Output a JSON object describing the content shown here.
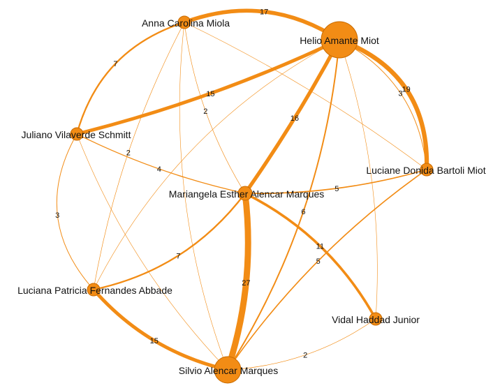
{
  "nodes": [
    {
      "id": "helio",
      "label": "Helio Amante Miot",
      "size": "xlarge"
    },
    {
      "id": "anna",
      "label": "Anna Carolina Miola",
      "size": "small"
    },
    {
      "id": "juliano",
      "label": "Juliano Vilaverde Schmitt",
      "size": "small"
    },
    {
      "id": "luciane",
      "label": "Luciane Donida Bartoli Miot",
      "size": "small"
    },
    {
      "id": "mariangela",
      "label": "Mariangela Esther Alencar Marques",
      "size": "medium"
    },
    {
      "id": "luciana",
      "label": "Luciana Patricia Fernandes Abbade",
      "size": "small"
    },
    {
      "id": "vidal",
      "label": "Vidal Haddad Junior",
      "size": "small"
    },
    {
      "id": "silvio",
      "label": "Silvio Alencar Marques",
      "size": "large"
    }
  ],
  "edges": [
    {
      "source": "anna",
      "target": "helio",
      "label": "17"
    },
    {
      "source": "helio",
      "target": "luciane",
      "label": "19"
    },
    {
      "source": "juliano",
      "target": "helio",
      "label": "15"
    },
    {
      "source": "mariangela",
      "target": "helio",
      "label": "16"
    },
    {
      "source": "mariangela",
      "target": "silvio",
      "label": "27"
    },
    {
      "source": "anna",
      "target": "juliano",
      "label": "7"
    },
    {
      "source": "anna",
      "target": "mariangela",
      "label": "2"
    },
    {
      "source": "juliano",
      "target": "mariangela",
      "label": "4"
    },
    {
      "source": "juliano",
      "target": "luciana",
      "label": "3"
    },
    {
      "source": "luciana",
      "target": "mariangela",
      "label": "7"
    },
    {
      "source": "anna",
      "target": "luciana",
      "label": "2"
    },
    {
      "source": "luciana",
      "target": "silvio",
      "label": "15"
    },
    {
      "source": "mariangela",
      "target": "luciane",
      "label": "5"
    },
    {
      "source": "helio",
      "target": "silvio",
      "label": "6"
    },
    {
      "source": "silvio",
      "target": "luciane",
      "label": "5"
    },
    {
      "source": "silvio",
      "target": "vidal",
      "label": "2"
    },
    {
      "source": "mariangela",
      "target": "vidal",
      "label": "11"
    },
    {
      "source": "luciane",
      "target": "helio",
      "label": "3"
    },
    {
      "source": "helio",
      "target": "luciana",
      "label": ""
    },
    {
      "source": "helio",
      "target": "vidal",
      "label": ""
    },
    {
      "source": "anna",
      "target": "silvio",
      "label": ""
    },
    {
      "source": "anna",
      "target": "luciane",
      "label": ""
    },
    {
      "source": "juliano",
      "target": "silvio",
      "label": ""
    }
  ],
  "colors": {
    "node": "#f28c15",
    "node_border": "#c86a00",
    "edge": "#f28c15",
    "label": "#111111"
  }
}
